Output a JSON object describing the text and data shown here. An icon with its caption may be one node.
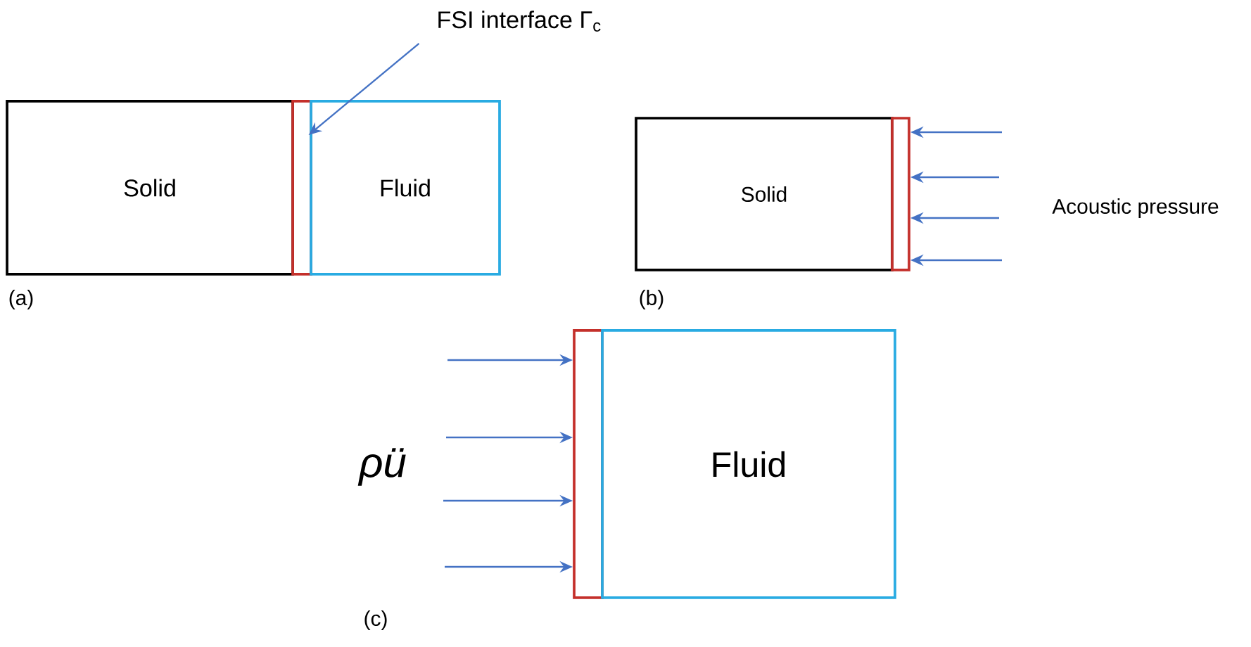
{
  "diagram": {
    "nodes": [
      {
        "text": [
          "Solid"
        ]
      },
      {
        "text": [],
        "shape": "box"
      },
      {
        "text": [
          "Fluid"
        ]
      },
      {
        "text": [
          "FSI interface Γ$_{c}$"
        ]
      },
      {
        "text": [
          "Solid"
        ]
      },
      {
        "text": [],
        "shape": "box"
      },
      {
        "text": [],
        "shape": "box"
      },
      {
        "text": [
          "Fluid"
        ]
      }
    ],
    "edges": [
      {
        "from": 3,
        "to": 1,
        "arrow": "to"
      },
      {
        "from": null,
        "to": 5,
        "arrow": "to"
      },
      {
        "from": null,
        "to": 5,
        "arrow": "to"
      },
      {
        "from": null,
        "to": 5,
        "arrow": "to"
      },
      {
        "from": null,
        "to": 5,
        "arrow": "to"
      },
      {
        "from": null,
        "to": 6,
        "arrow": "to"
      },
      {
        "from": null,
        "to": 6,
        "arrow": "to"
      },
      {
        "from": null,
        "to": 6,
        "arrow": "to"
      },
      {
        "from": null,
        "to": 6,
        "arrow": "to"
      }
    ],
    "labels": [
      "(a)",
      "(b)",
      "Acoustic pressure",
      "ρü",
      "(c)"
    ]
  }
}
